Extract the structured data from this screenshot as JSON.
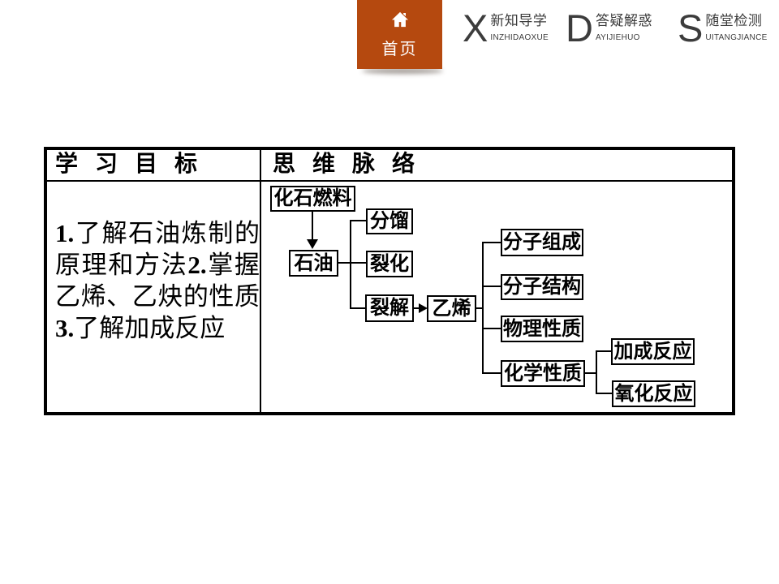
{
  "header": {
    "accent_color": "#b5490f",
    "nav_text_color": "#3c3c3c",
    "home_button": {
      "label": "首页"
    },
    "nav_items": [
      {
        "initial": "X",
        "title": "新知导学",
        "subtitle": "INZHIDAOXUE"
      },
      {
        "initial": "D",
        "title": "答疑解惑",
        "subtitle": "AYIJIEHUO"
      },
      {
        "initial": "S",
        "title": "随堂检测",
        "subtitle": "UITANGJIANCE"
      }
    ]
  },
  "table": {
    "headers": {
      "col1": "学 习 目 标",
      "col2": "思 维 脉 络"
    },
    "objectives": [
      {
        "num": "1.",
        "text": "了解石油炼制的原理和方法"
      },
      {
        "num": "2.",
        "text": "掌握乙烯、乙炔的性质"
      },
      {
        "num": "3.",
        "text": "了解加成反应"
      }
    ]
  },
  "flowchart": {
    "nodes": {
      "fossil_fuel": "化石燃料",
      "petroleum": "石油",
      "fractional_distillation": "分馏",
      "cracking": "裂化",
      "pyrolysis": "裂解",
      "ethylene": "乙烯",
      "molecular_composition": "分子组成",
      "molecular_structure": "分子结构",
      "physical_properties": "物理性质",
      "chemical_properties": "化学性质",
      "addition_reaction": "加成反应",
      "oxidation_reaction": "氧化反应"
    },
    "edges": [
      "化石燃料→石油",
      "石油→分馏",
      "石油→裂化",
      "石油→裂解",
      "裂解→乙烯",
      "乙烯→分子组成",
      "乙烯→分子结构",
      "乙烯→物理性质",
      "乙烯→化学性质",
      "化学性质→加成反应",
      "化学性质→氧化反应"
    ]
  }
}
